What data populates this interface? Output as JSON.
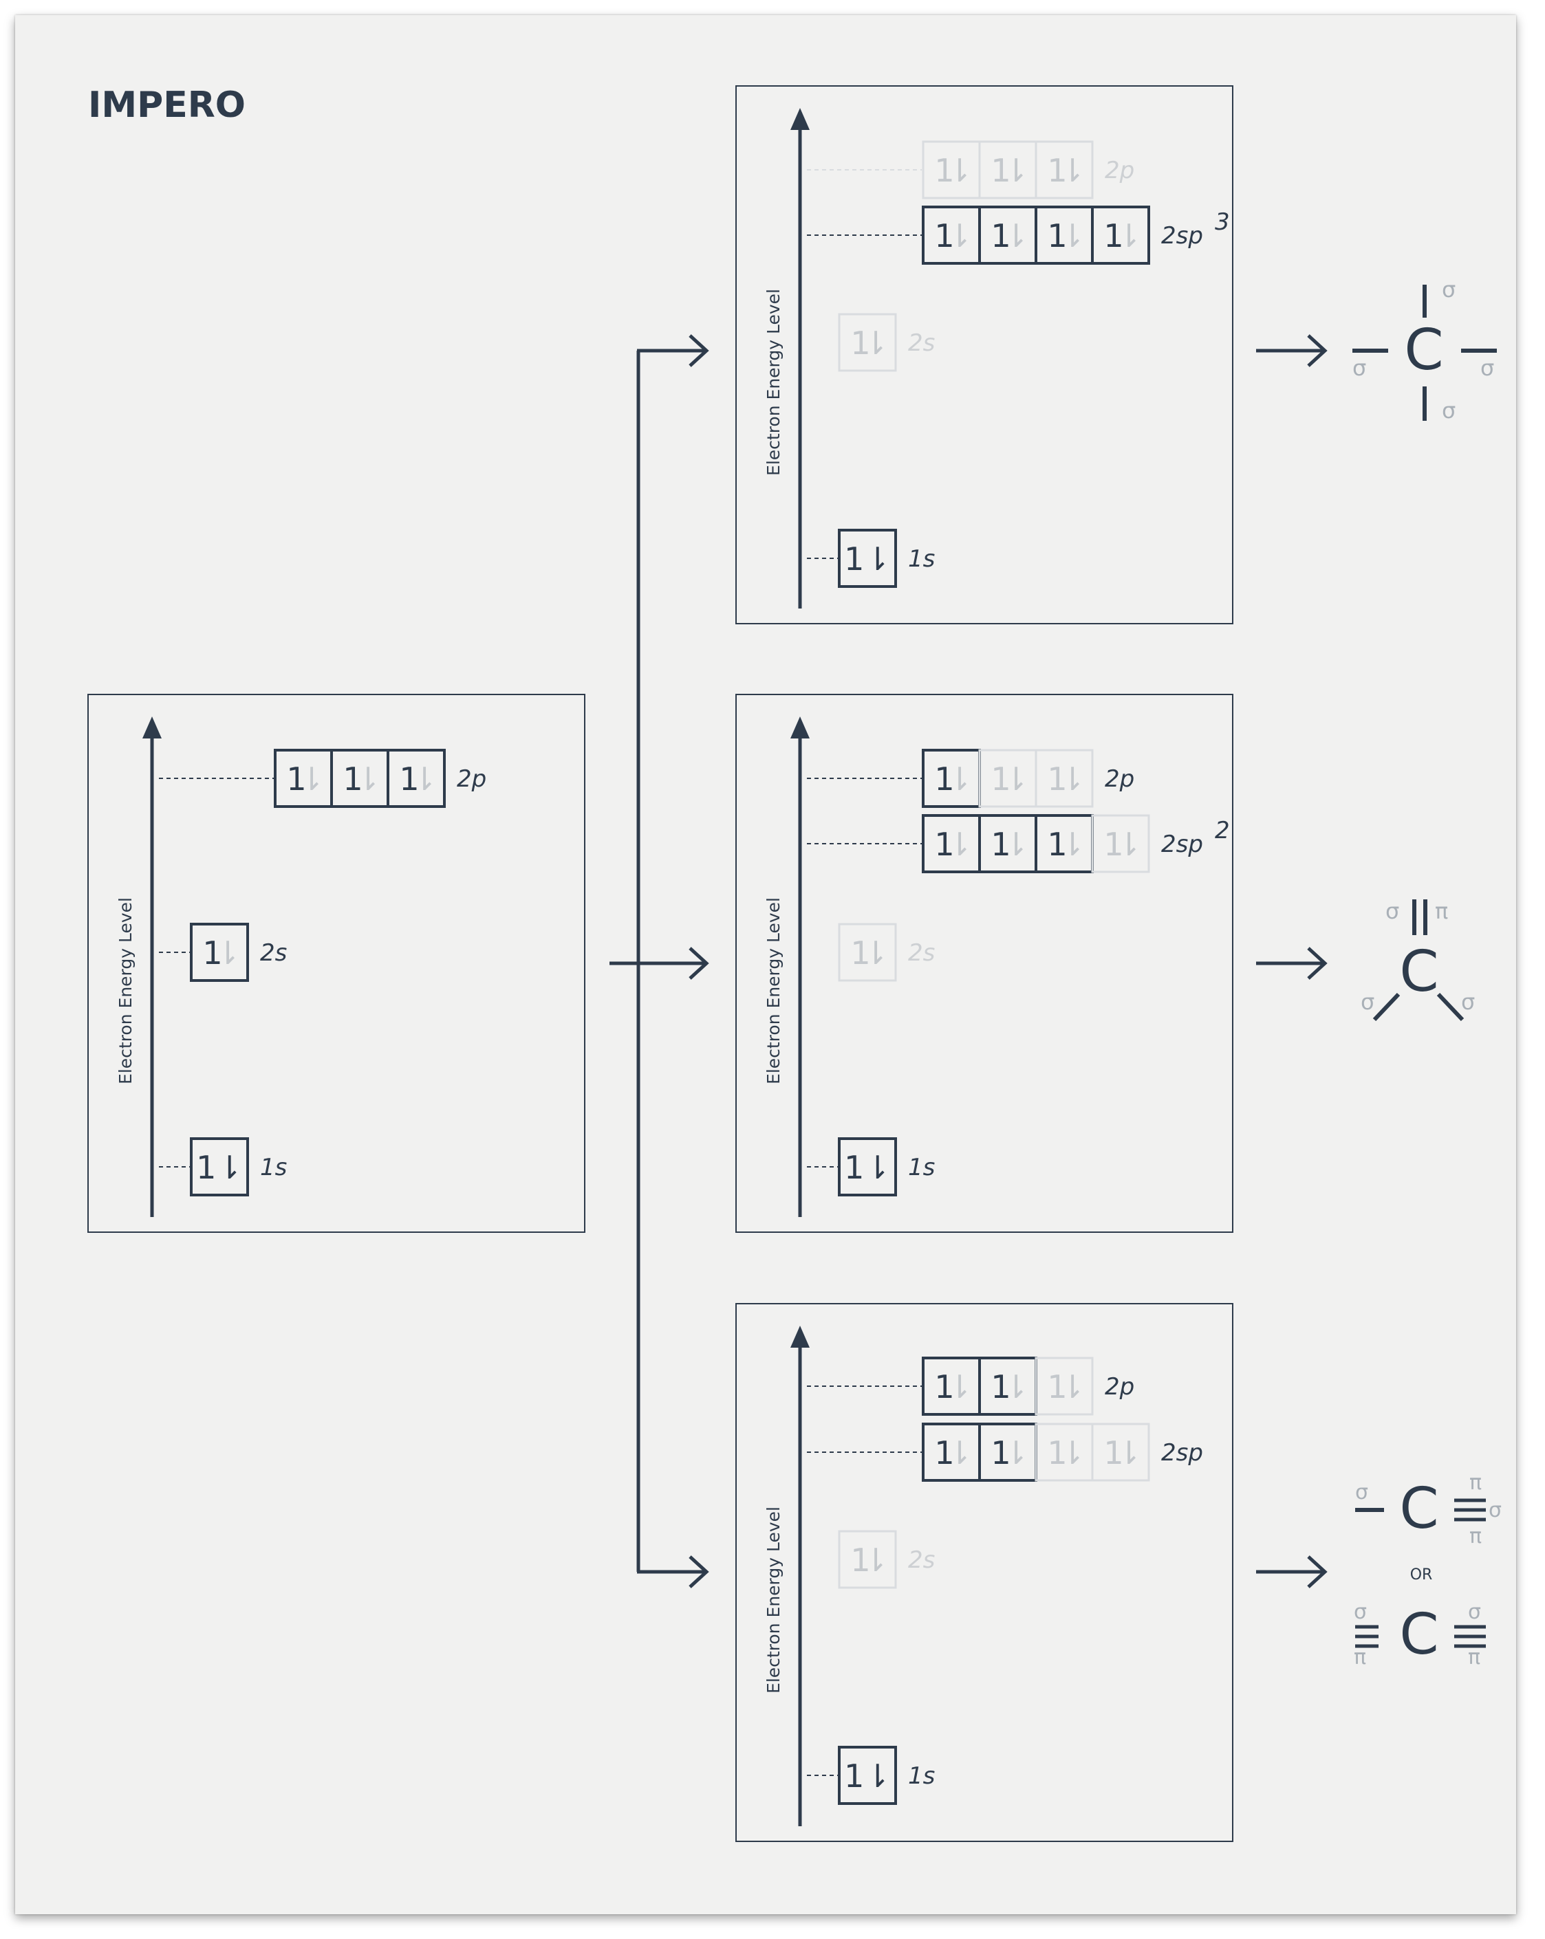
{
  "brand": {
    "name": "IMPERO"
  },
  "axis_label": "Electron Energy Level",
  "colors": {
    "ink": "#2e3b4b",
    "faded_box": "#d9dcdf",
    "faded_text": "#cdd0d3",
    "greek": "#a9b0b7",
    "paper": "#f1f1f0"
  },
  "glyphs": {
    "up": "1",
    "down": "⇂",
    "pair_up": "1",
    "pair_down": "⇂"
  },
  "panels": {
    "ground": {
      "levels": {
        "p2": {
          "label": "2p",
          "boxes": [
            "up",
            "up",
            "up"
          ]
        },
        "s2": {
          "label": "2s",
          "boxes": [
            "up"
          ]
        },
        "s1": {
          "label": "1s",
          "boxes": [
            "pair"
          ]
        }
      }
    },
    "sp3": {
      "levels": {
        "p2": {
          "label": "2p",
          "state": "faded",
          "boxes": [
            "up",
            "up",
            "up"
          ]
        },
        "hyb": {
          "label": "2sp",
          "sup": "3",
          "boxes": [
            "up",
            "up",
            "up",
            "up"
          ]
        },
        "s2": {
          "label": "2s",
          "state": "faded",
          "boxes": [
            "up"
          ]
        },
        "s1": {
          "label": "1s",
          "boxes": [
            "pair"
          ]
        }
      }
    },
    "sp2": {
      "levels": {
        "p2": {
          "label": "2p",
          "boxes": [
            "up",
            "up",
            "up"
          ],
          "active_count": 1
        },
        "hyb": {
          "label": "2sp",
          "sup": "2",
          "boxes": [
            "up",
            "up",
            "up",
            "up"
          ],
          "active_count": 3
        },
        "s2": {
          "label": "2s",
          "state": "faded",
          "boxes": [
            "up"
          ]
        },
        "s1": {
          "label": "1s",
          "boxes": [
            "pair"
          ]
        }
      }
    },
    "sp": {
      "levels": {
        "p2": {
          "label": "2p",
          "boxes": [
            "up",
            "up",
            "up"
          ],
          "active_count": 2
        },
        "hyb": {
          "label": "2sp",
          "boxes": [
            "up",
            "up",
            "up",
            "up"
          ],
          "active_count": 2
        },
        "s2": {
          "label": "2s",
          "state": "faded",
          "boxes": [
            "up"
          ]
        },
        "s1": {
          "label": "1s",
          "boxes": [
            "pair"
          ]
        }
      }
    }
  },
  "structures": {
    "atom": "C",
    "sigma": "σ",
    "pi": "π",
    "or_label": "OR"
  }
}
